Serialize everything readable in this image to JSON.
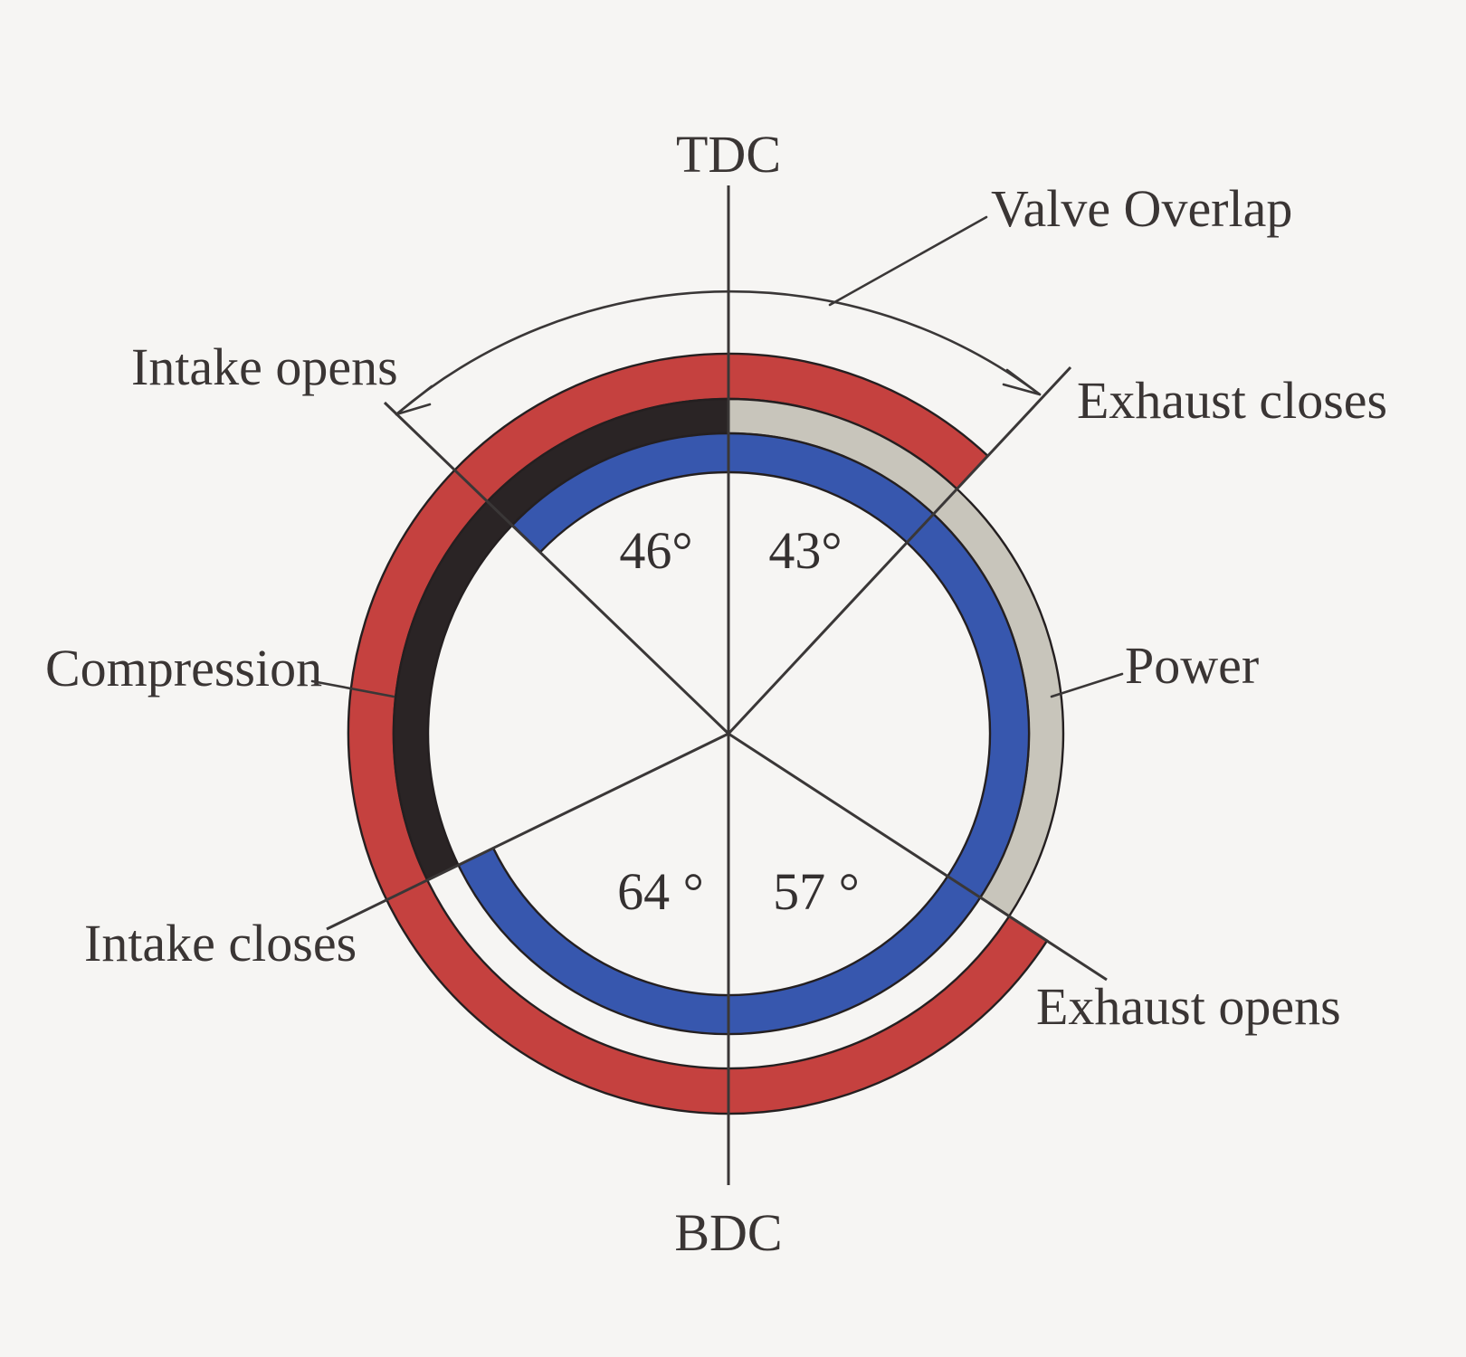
{
  "diagram": {
    "dead_centers": {
      "top": "TDC",
      "bottom": "BDC"
    },
    "labels": {
      "valve_overlap": "Valve Overlap",
      "intake_opens": "Intake opens",
      "exhaust_closes": "Exhaust closes",
      "compression": "Compression",
      "power": "Power",
      "intake_closes": "Intake closes",
      "exhaust_opens": "Exhaust opens"
    },
    "sector_angles": {
      "intake_opens_before_tdc": "46°",
      "exhaust_closes_after_tdc": "43°",
      "intake_closes_after_bdc": "64 °",
      "exhaust_opens_before_bdc": "57 °"
    },
    "rings": [
      {
        "name": "exhaust-valve-open-ring",
        "meaning": "exhaust valve open (exhaust opens 57 before BDC to exhaust closes 43 after TDC)",
        "band": "outer",
        "start_deg": 123,
        "end_deg": 403,
        "color": "#c5413f"
      },
      {
        "name": "compression-stroke-ring",
        "meaning": "compression stroke (intake closes to TDC)",
        "band": "middle",
        "start_deg": 244,
        "end_deg": 360,
        "color": "#2a2425"
      },
      {
        "name": "power-stroke-ring",
        "meaning": "power stroke (TDC to exhaust opens)",
        "band": "middle",
        "start_deg": 360,
        "end_deg": 483,
        "color": "#c8c5bb"
      },
      {
        "name": "intake-valve-open-ring",
        "meaning": "intake valve open (intake opens 46 before TDC to intake closes 64 after BDC)",
        "band": "inner",
        "start_deg": 314,
        "end_deg": 604,
        "color": "#3757ae"
      }
    ],
    "colors": {
      "background": "#f6f5f3",
      "band_outline": "#241f20",
      "line": "#3a3737",
      "text": "#3a3534"
    }
  }
}
